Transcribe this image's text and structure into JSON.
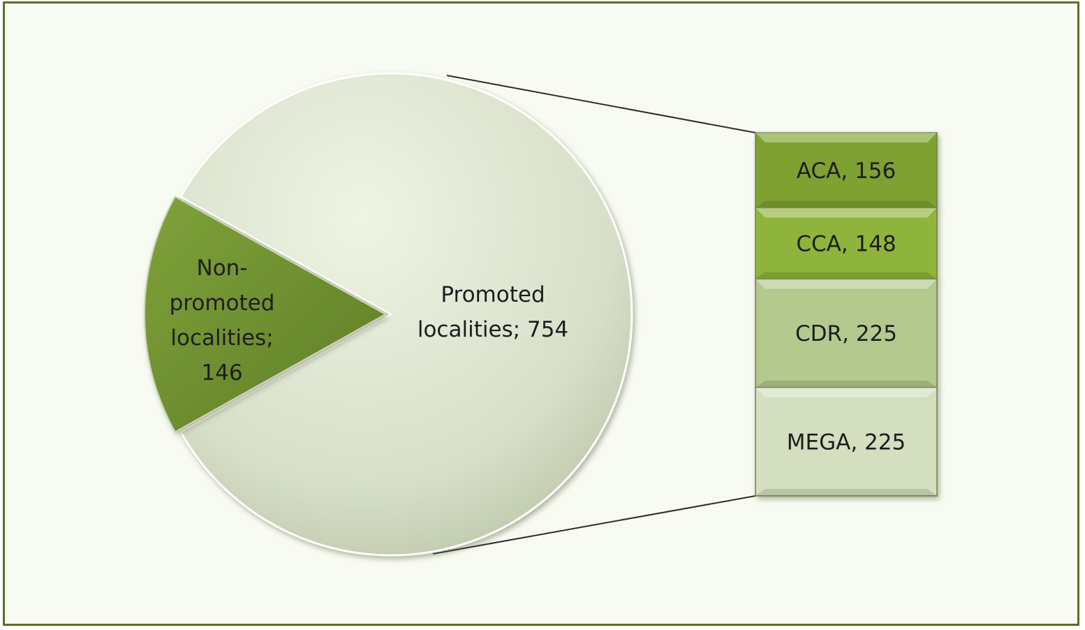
{
  "chart_data": {
    "type": "pie",
    "subtype": "bar-of-pie",
    "title": "",
    "pie": {
      "slices": [
        {
          "name": "Promoted localities",
          "value": 754,
          "label_lines": [
            "Promoted",
            "localities; 754"
          ],
          "color": "#dfe8d2",
          "exploded": false
        },
        {
          "name": "Non-promoted localities",
          "value": 146,
          "label_lines": [
            "Non-",
            "promoted",
            "localities;",
            "146"
          ],
          "color": "#6b8c2c",
          "exploded": true
        }
      ]
    },
    "breakdown_of": "Promoted localities",
    "bar": {
      "segments": [
        {
          "name": "ACA",
          "value": 156,
          "label": "ACA, 156",
          "color": "#7ea132"
        },
        {
          "name": "CCA",
          "value": 148,
          "label": "CCA, 148",
          "color": "#8fb43a"
        },
        {
          "name": "CDR",
          "value": 225,
          "label": "CDR, 225",
          "color": "#b3c98e"
        },
        {
          "name": "MEGA",
          "value": 225,
          "label": "MEGA, 225",
          "color": "#d3dfbf"
        }
      ]
    },
    "legend": "none"
  }
}
